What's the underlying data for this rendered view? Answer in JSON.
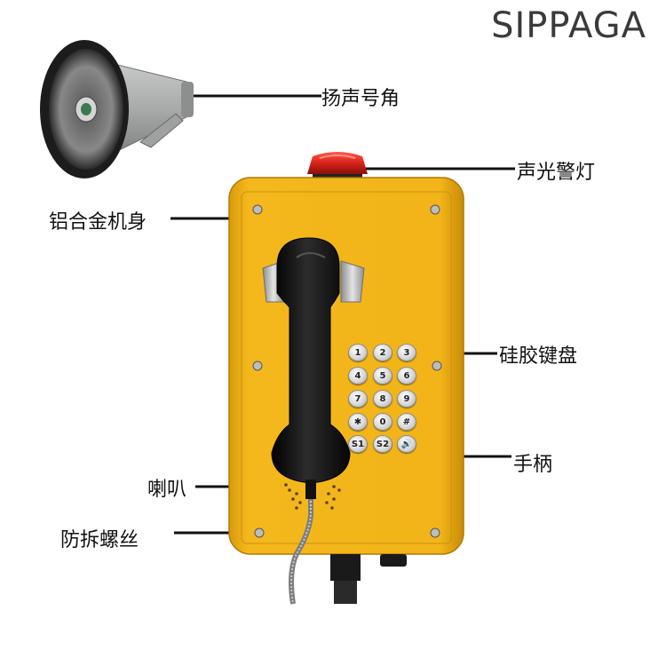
{
  "brand": "SIPPAGA",
  "labels": {
    "horn": "扬声号角",
    "alarm_light": "声光警灯",
    "aluminum_body": "铝合金机身",
    "keypad": "硅胶键盘",
    "handset": "手柄",
    "speaker": "喇叭",
    "tamper_screw": "防拆螺丝"
  },
  "keypad": {
    "keys": [
      "1",
      "2",
      "3",
      "4",
      "5",
      "6",
      "7",
      "8",
      "9",
      "✱",
      "0",
      "#",
      "S1",
      "S2",
      "🔊"
    ]
  },
  "colors": {
    "body_yellow": "#f2b418",
    "handset_black": "#141414",
    "alarm_red": "#d8231a",
    "horn_gray": "#a7aaa8"
  }
}
